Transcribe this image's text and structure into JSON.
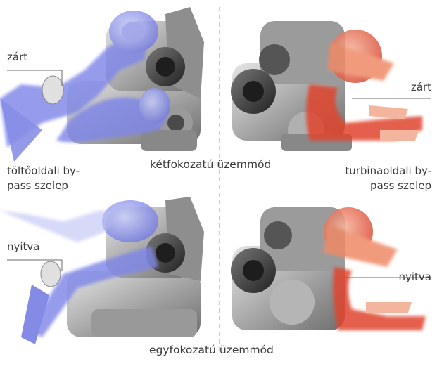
{
  "top": {
    "left_state": "zárt",
    "right_state": "zárt",
    "left_valve_line1": "töltőoldali by-",
    "left_valve_line2": "pass szelep",
    "mode_label": "kétfokozatú üzemmód",
    "right_valve_line1": "turbinaoldali by-",
    "right_valve_line2": "pass szelep"
  },
  "bottom": {
    "left_state": "nyitva",
    "right_state": "nyitva",
    "mode_label": "egyfokozatú üzemmód"
  },
  "colors": {
    "intake_flow": "#7f86e8",
    "exhaust_flow": "#e0452e",
    "metal": "#b9b9b9",
    "divider": "#9a9a9a"
  }
}
